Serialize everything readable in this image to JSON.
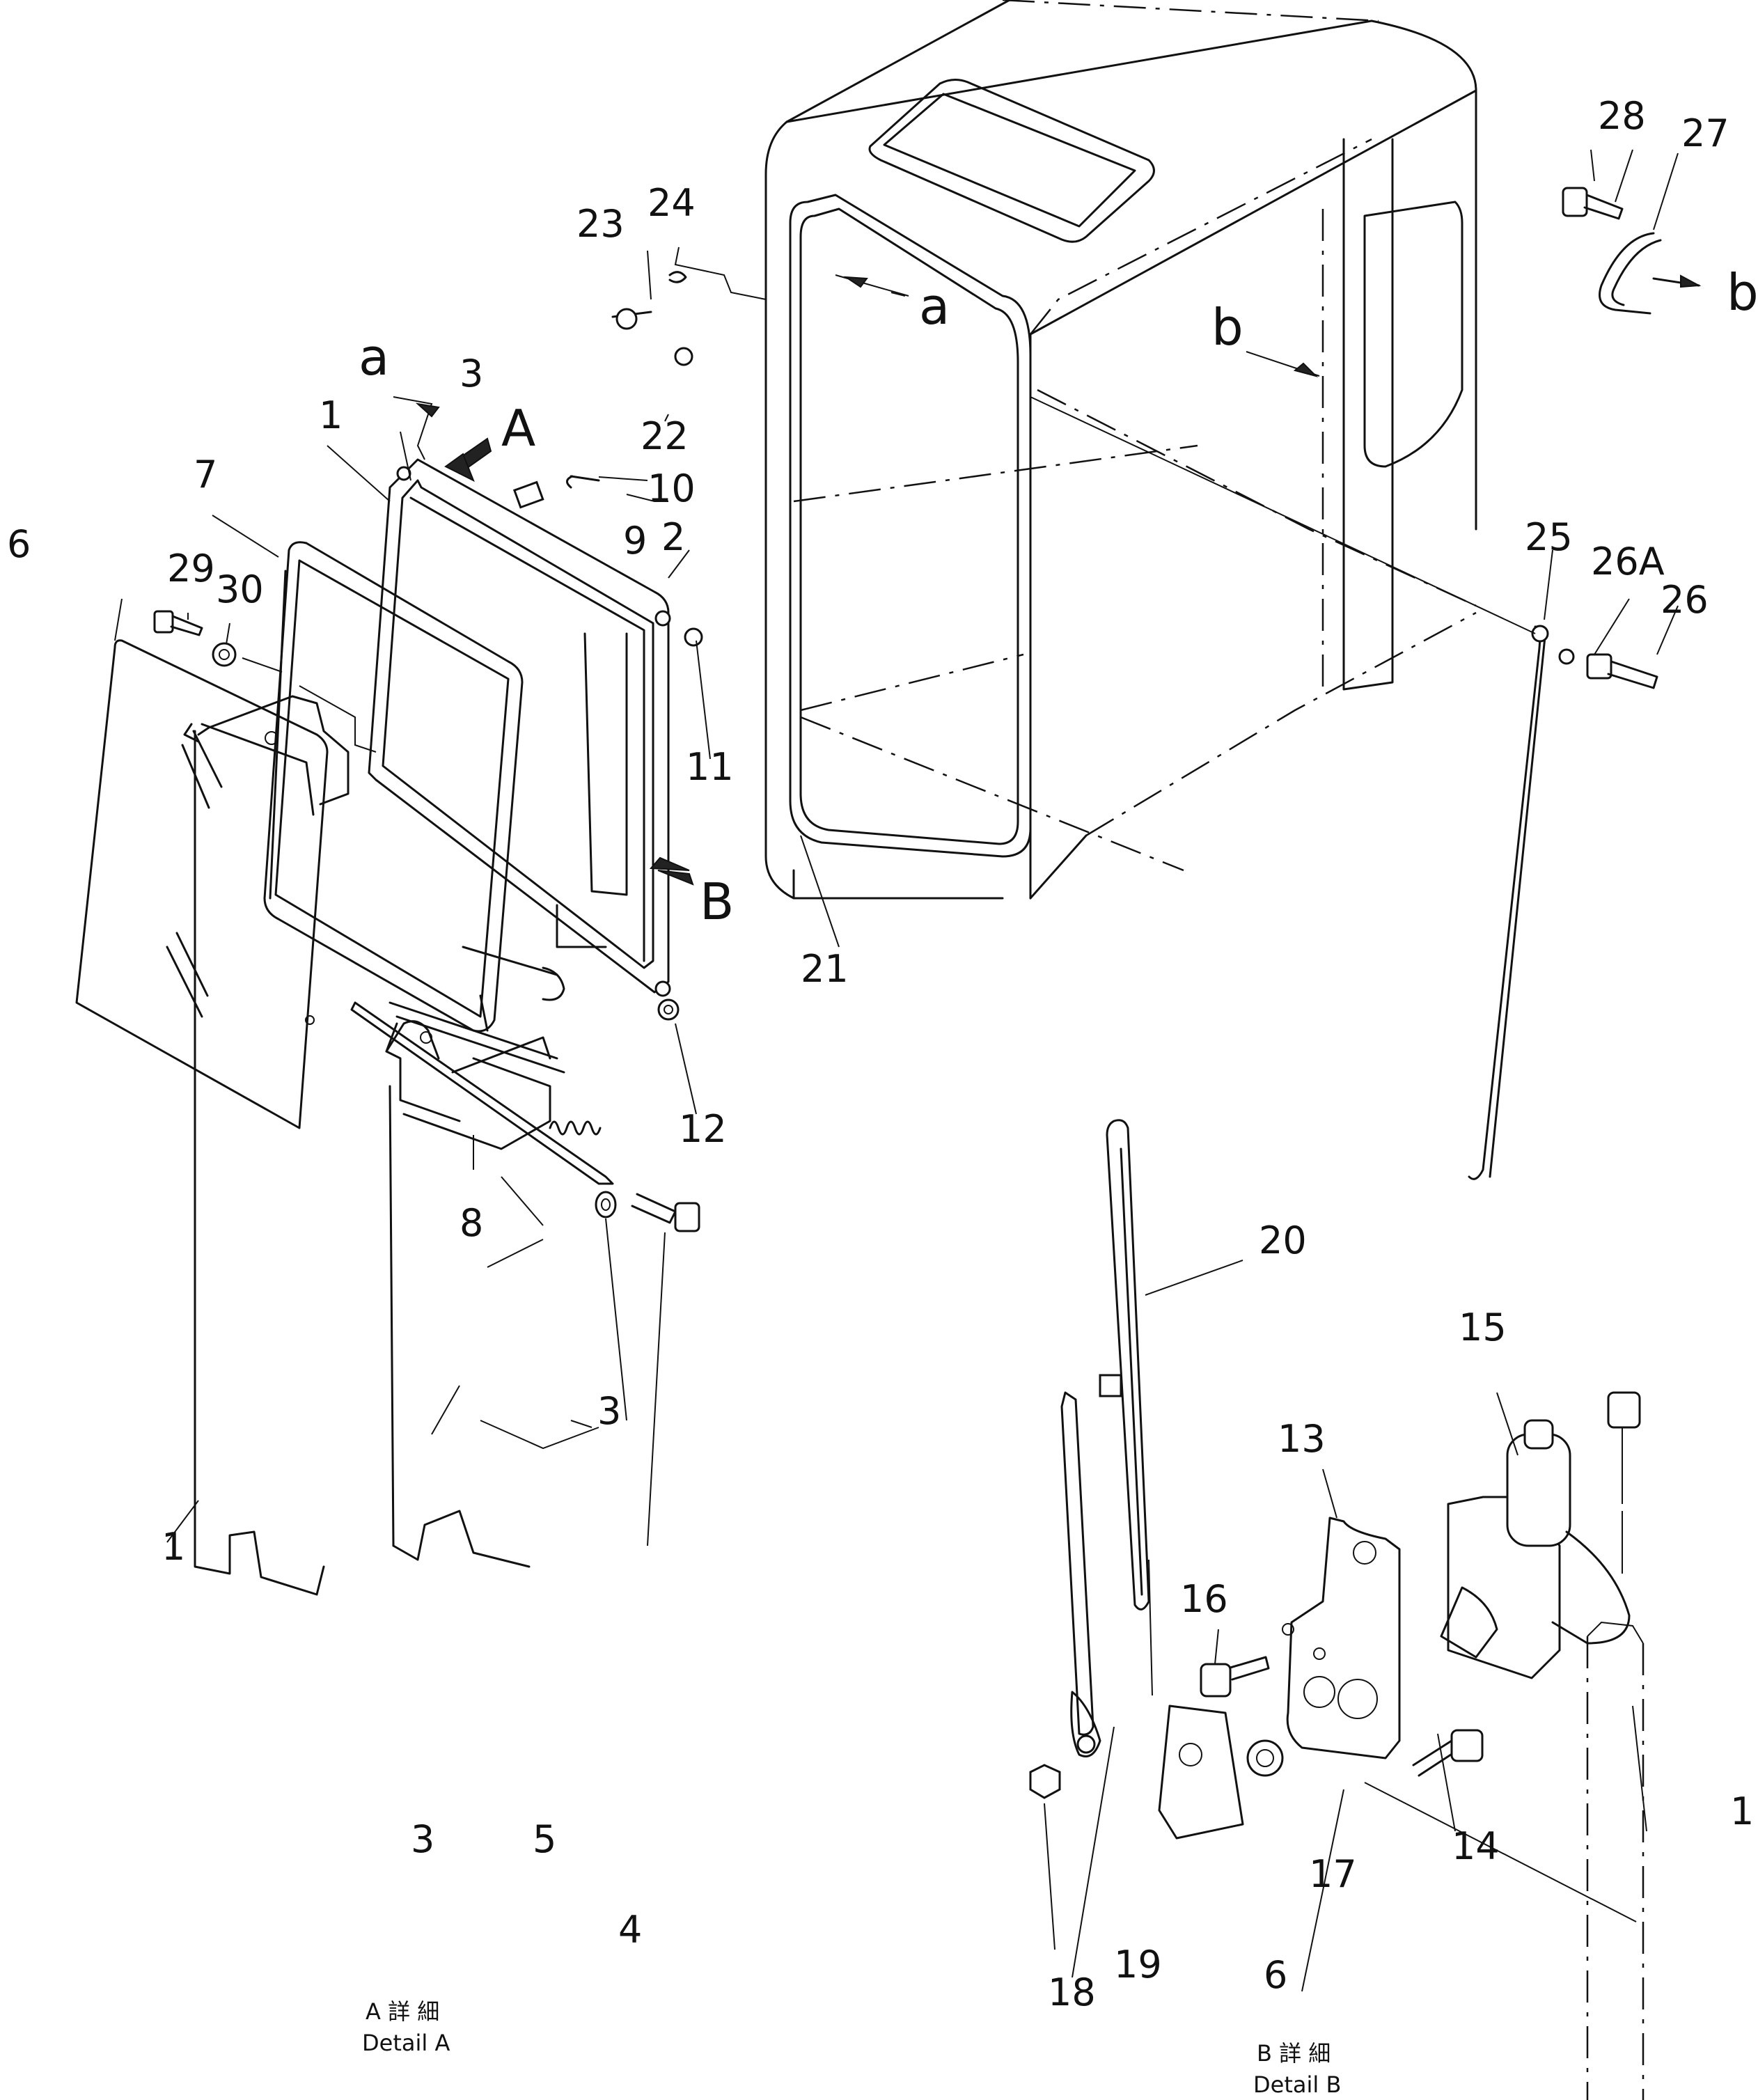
{
  "callouts": {
    "n1a": "1",
    "n2": "2",
    "n3a": "3",
    "n6a": "6",
    "n7": "7",
    "n8": "8",
    "n9": "9",
    "n10": "10",
    "n11": "11",
    "n12": "12",
    "n21": "21",
    "n22": "22",
    "n23": "23",
    "n24": "24",
    "n25": "25",
    "n26": "26",
    "n26a": "26A",
    "n27": "27",
    "n28": "28",
    "n29": "29",
    "n30": "30",
    "view_a1": "a",
    "view_a2": "a",
    "view_b1": "b",
    "view_b2": "b",
    "arrow_A": "A",
    "arrow_B": "B",
    "d1": "1",
    "d3a": "3",
    "d3b": "3",
    "d4": "4",
    "d5": "5",
    "e1": "1",
    "e6": "6",
    "e13": "13",
    "e14": "14",
    "e15": "15",
    "e16": "16",
    "e17": "17",
    "e18": "18",
    "e19": "19",
    "e20": "20"
  },
  "captions": {
    "detail_a_line1": "A 詳 細",
    "detail_a_line2": "Detail A",
    "detail_b_line1": "B 詳 細",
    "detail_b_line2": "Detail B"
  }
}
